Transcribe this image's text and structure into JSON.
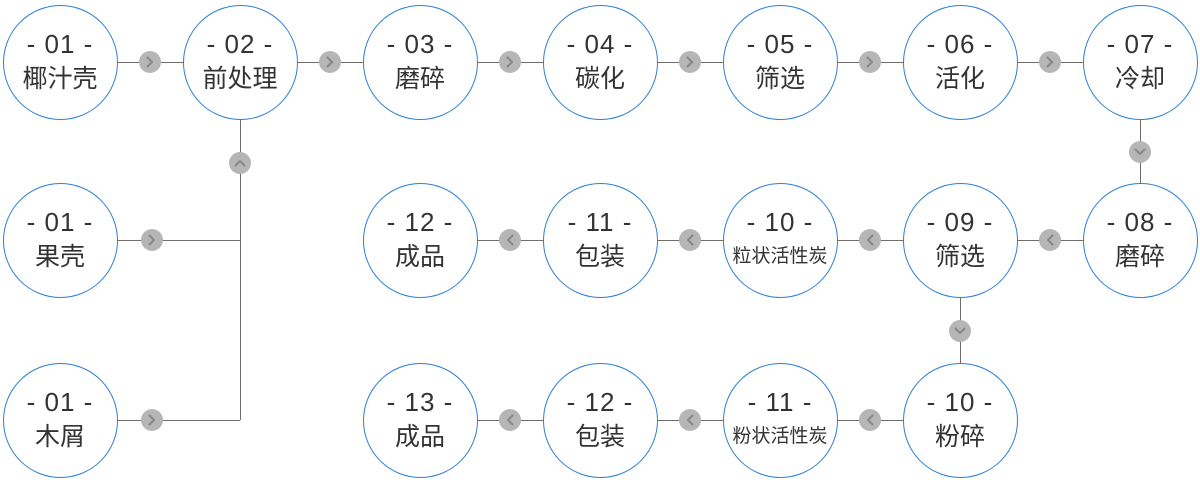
{
  "diagram": {
    "colors": {
      "circle_border": "#2e7fd3",
      "connector_line": "#6e6e6e",
      "arrow_background": "#b6b6b6",
      "arrow_chevron": "#8a8a8a",
      "text": "#333333",
      "background": "#ffffff"
    },
    "icons": {
      "right": "chevron-right-icon",
      "left": "chevron-left-icon",
      "up": "chevron-up-icon",
      "down": "chevron-down-icon"
    },
    "rows": {
      "top": [
        {
          "num": "- 01 -",
          "label": "椰汁壳"
        },
        {
          "num": "- 02 -",
          "label": "前处理"
        },
        {
          "num": "- 03 -",
          "label": "磨碎"
        },
        {
          "num": "- 04 -",
          "label": "碳化"
        },
        {
          "num": "- 05 -",
          "label": "筛选"
        },
        {
          "num": "- 06 -",
          "label": "活化"
        },
        {
          "num": "- 07 -",
          "label": "冷却"
        }
      ],
      "middle": [
        {
          "num": "- 01 -",
          "label": "果壳"
        },
        {
          "num": "- 12 -",
          "label": "成品"
        },
        {
          "num": "- 11 -",
          "label": "包装"
        },
        {
          "num": "- 10 -",
          "label": "粒状活性炭"
        },
        {
          "num": "- 09 -",
          "label": "筛选"
        },
        {
          "num": "- 08 -",
          "label": "磨碎"
        }
      ],
      "bottom": [
        {
          "num": "- 01 -",
          "label": "木屑"
        },
        {
          "num": "- 13 -",
          "label": "成品"
        },
        {
          "num": "- 12 -",
          "label": "包装"
        },
        {
          "num": "- 11 -",
          "label": "粉状活性炭"
        },
        {
          "num": "- 10 -",
          "label": "粉碎"
        }
      ]
    }
  }
}
